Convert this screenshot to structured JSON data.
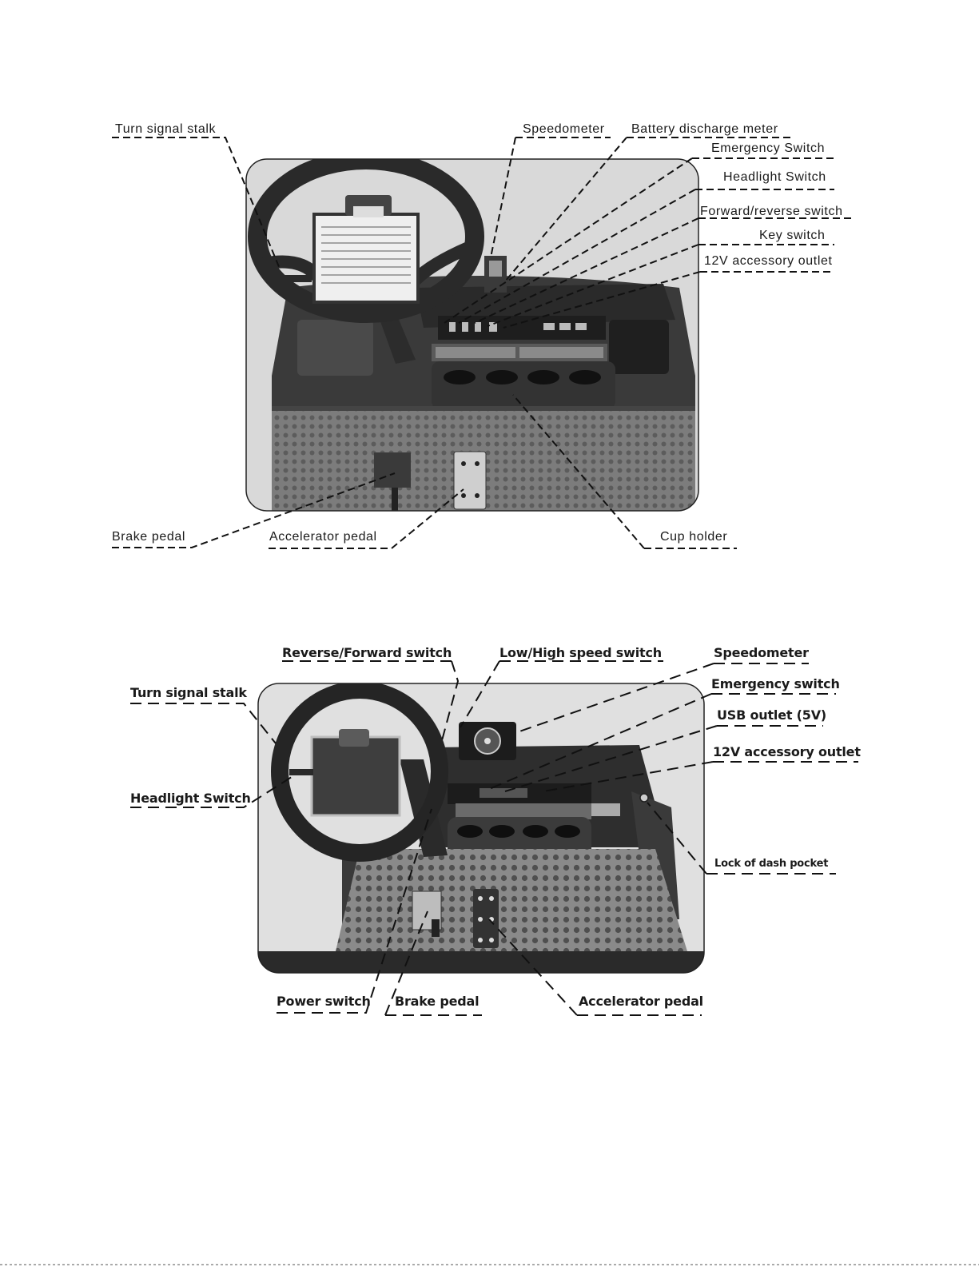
{
  "diagram1": {
    "labels": {
      "turn_signal_stalk": "Turn signal stalk",
      "speedometer": "Speedometer",
      "battery_discharge_meter": "Battery discharge meter",
      "emergency_switch": "Emergency Switch",
      "headlight_switch": "Headlight Switch",
      "forward_reverse_switch": "Forward/reverse switch",
      "key_switch": "Key switch",
      "accessory_outlet": "12V accessory outlet",
      "brake_pedal": "Brake pedal",
      "accelerator_pedal": "Accelerator pedal",
      "cup_holder": "Cup holder"
    }
  },
  "diagram2": {
    "labels": {
      "reverse_forward_switch": "Reverse/Forward switch",
      "low_high_speed_switch": "Low/High speed switch",
      "speedometer": "Speedometer",
      "turn_signal_stalk": "Turn signal stalk",
      "emergency_switch": "Emergency switch",
      "usb_outlet": "USB outlet (5V)",
      "accessory_outlet": "12V accessory outlet",
      "headlight_switch": "Headlight Switch",
      "lock_of_dash_pocket": "Lock of dash pocket",
      "power_switch": "Power switch",
      "brake_pedal": "Brake pedal",
      "accelerator_pedal": "Accelerator pedal"
    }
  },
  "colors": {
    "photo_dark": "#2b2b2b",
    "photo_mid": "#6a6a6a",
    "photo_light": "#bdbdbd"
  }
}
